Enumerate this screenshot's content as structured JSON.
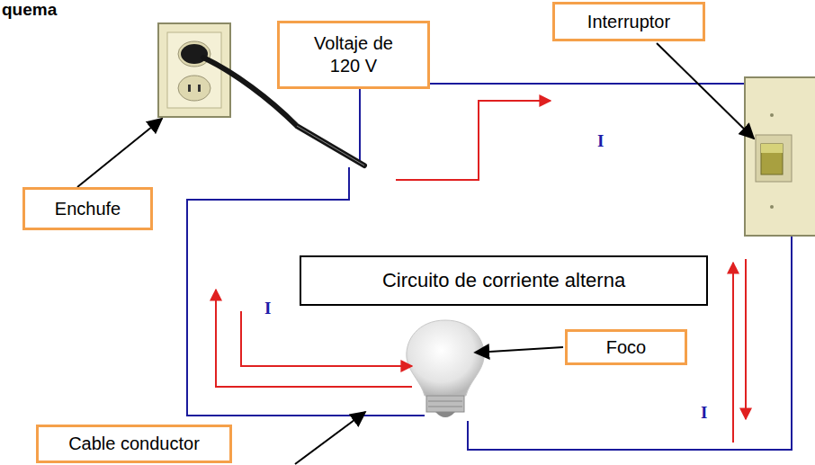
{
  "diagram": {
    "title": "quema",
    "nodes": [
      {
        "text": [
          "Interruptor"
        ]
      },
      {
        "text": [
          "Voltaje de 120 V"
        ]
      },
      {
        "text": [
          "Enchufe"
        ]
      },
      {
        "text": [
          "Circuito de corriente alterna"
        ]
      },
      {
        "text": [
          "Foco"
        ]
      },
      {
        "text": [
          "Cable conductor"
        ]
      }
    ],
    "labels": [
      "I",
      "I",
      "I"
    ]
  }
}
